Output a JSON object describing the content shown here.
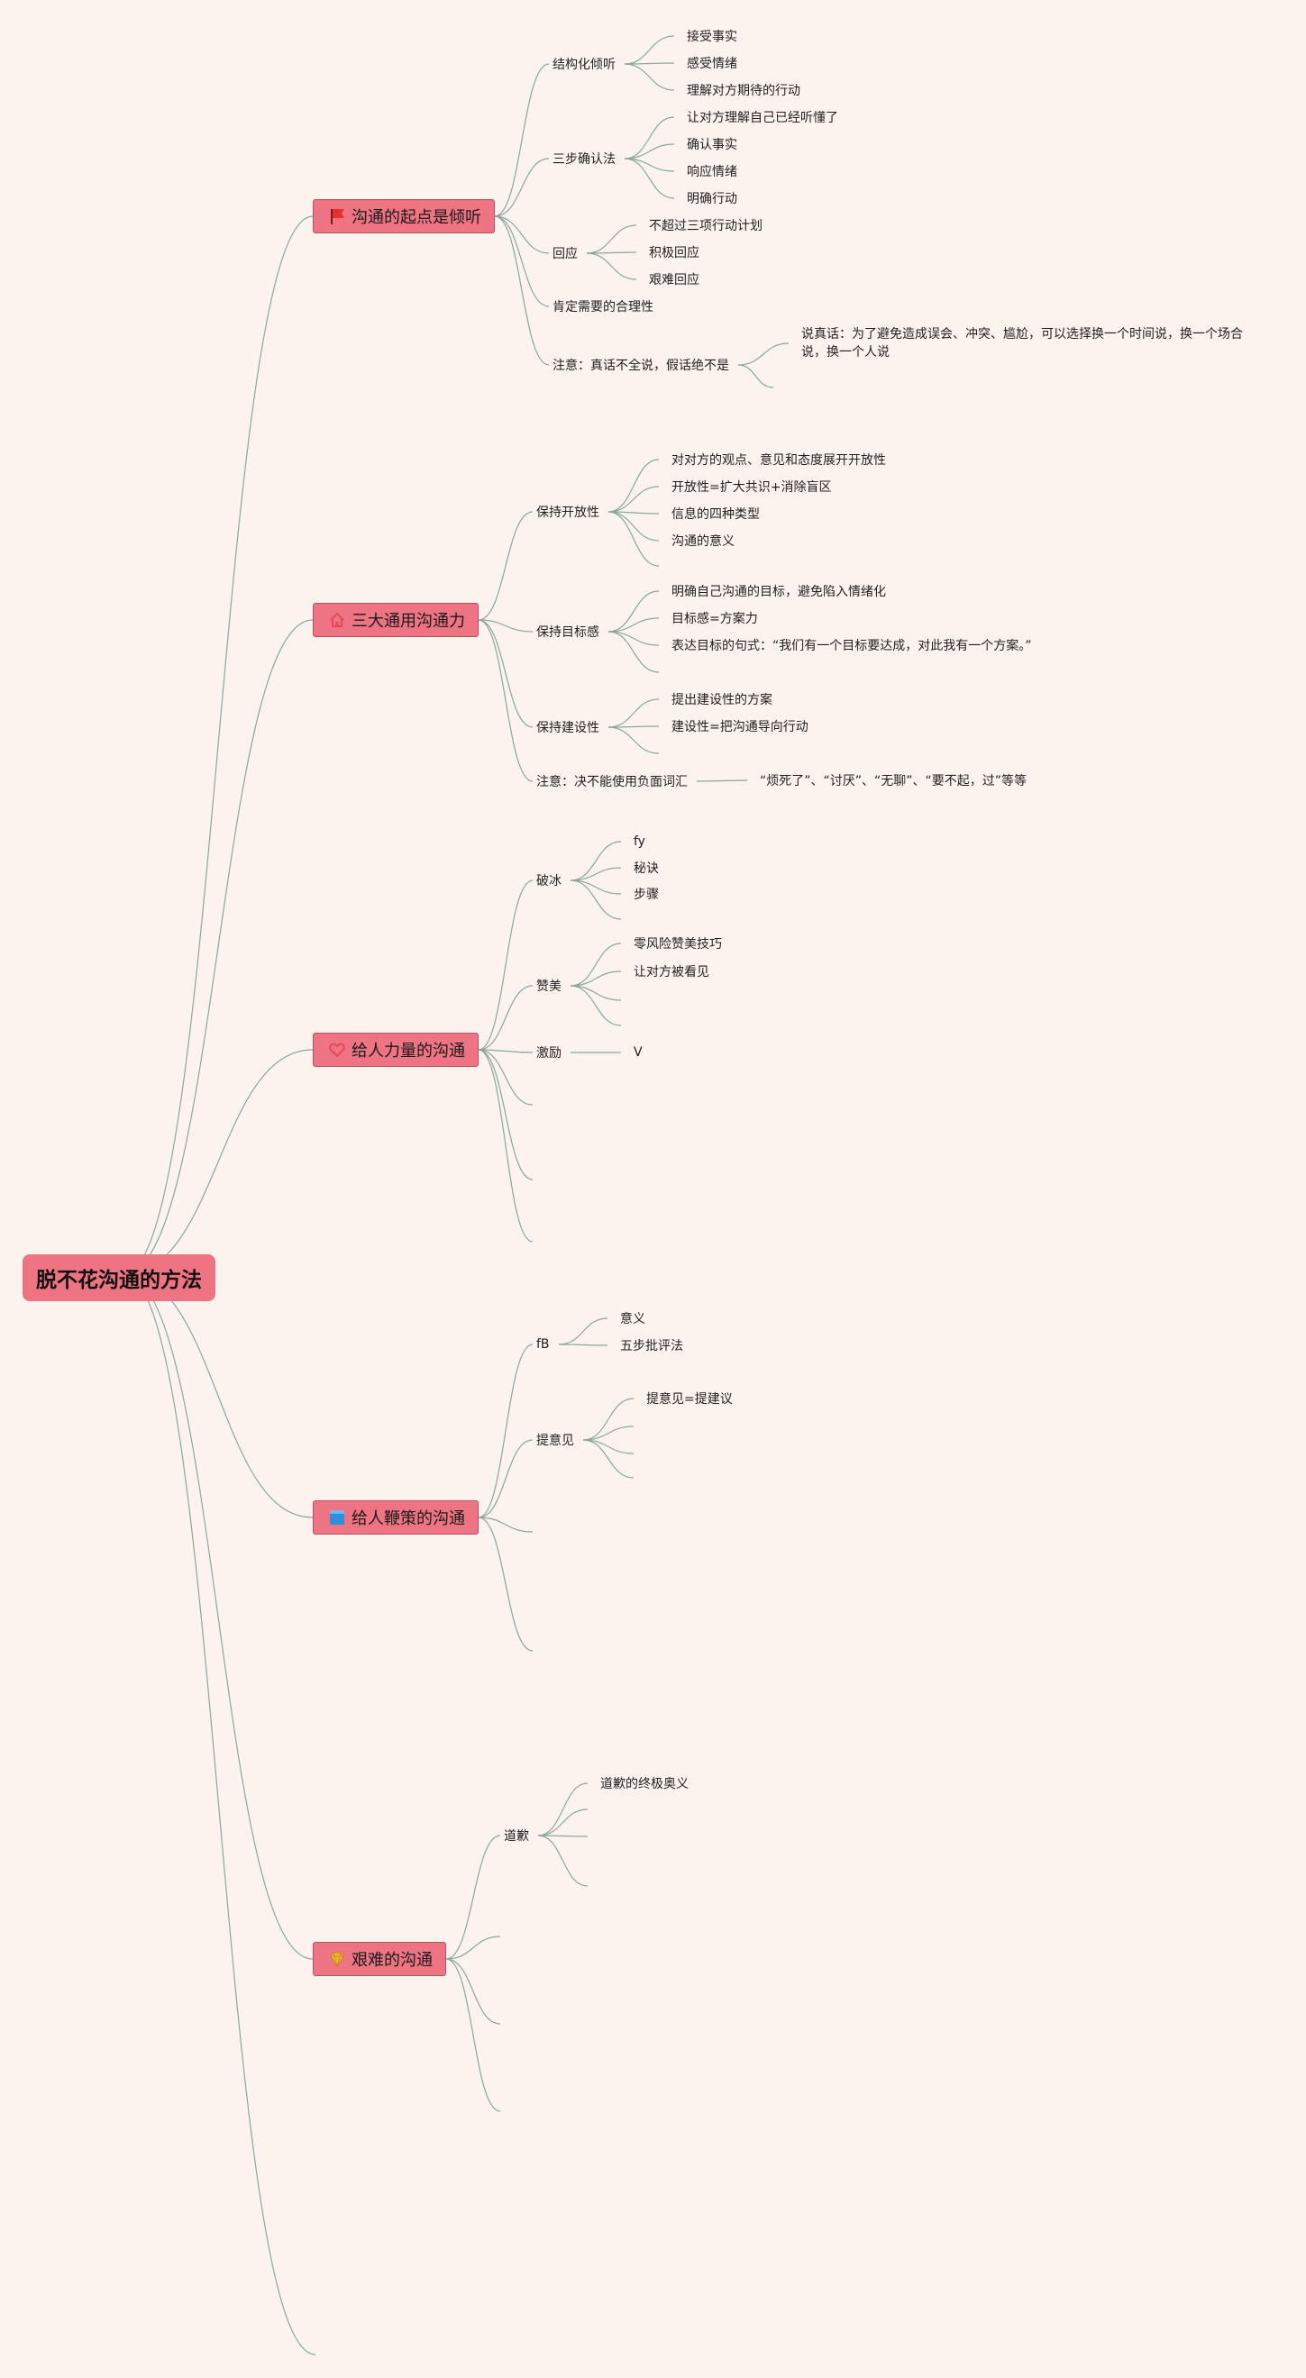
{
  "root": "脱不花沟通的方法",
  "branches": [
    {
      "label": "沟通的起点是倾听",
      "icon": "red-flag-icon",
      "color": "#e8302c",
      "children": [
        {
          "label": "结构化倾听",
          "children": [
            {
              "label": "接受事实"
            },
            {
              "label": "感受情绪"
            },
            {
              "label": "理解对方期待的行动"
            }
          ]
        },
        {
          "label": "三步确认法",
          "children": [
            {
              "label": "让对方理解自己已经听懂了"
            },
            {
              "label": "确认事实"
            },
            {
              "label": "响应情绪"
            },
            {
              "label": "明确行动"
            }
          ]
        },
        {
          "label": "回应",
          "children": [
            {
              "label": "不超过三项行动计划"
            },
            {
              "label": "积极回应"
            },
            {
              "label": "艰难回应"
            }
          ]
        },
        {
          "label": "肯定需要的合理性"
        },
        {
          "label": "注意：真话不全说，假话绝不是",
          "children": [
            {
              "label": "说真话：为了避免造成误会、冲突、尴尬，可以选择换一个时间说，换一个场合说，换一个人说"
            },
            {
              "label": ""
            }
          ]
        }
      ]
    },
    {
      "label": "三大通用沟通力",
      "icon": "home-icon",
      "color": "#e24a5a",
      "children": [
        {
          "label": "保持开放性",
          "children": [
            {
              "label": "对对方的观点、意见和态度展开开放性"
            },
            {
              "label": "开放性=扩大共识+消除盲区"
            },
            {
              "label": "信息的四种类型"
            },
            {
              "label": "沟通的意义"
            },
            {
              "label": ""
            }
          ]
        },
        {
          "label": "保持目标感",
          "children": [
            {
              "label": "明确自己沟通的目标，避免陷入情绪化"
            },
            {
              "label": "目标感=方案力"
            },
            {
              "label": "表达目标的句式：“我们有一个目标要达成，对此我有一个方案。”"
            },
            {
              "label": ""
            }
          ]
        },
        {
          "label": "保持建设性",
          "children": [
            {
              "label": "提出建设性的方案"
            },
            {
              "label": "建设性=把沟通导向行动"
            },
            {
              "label": ""
            }
          ]
        },
        {
          "label": "注意：决不能使用负面词汇",
          "children": [
            {
              "label": "“烦死了”、“讨厌”、“无聊”、“要不起，过”等等"
            }
          ]
        }
      ]
    },
    {
      "label": "给人力量的沟通",
      "icon": "heart-icon",
      "color": "#e24a5a",
      "children": [
        {
          "label": "破冰",
          "children": [
            {
              "label": "fy"
            },
            {
              "label": "秘诀"
            },
            {
              "label": "步骤"
            },
            {
              "label": ""
            }
          ]
        },
        {
          "label": "赞美",
          "children": [
            {
              "label": "零风险赞美技巧"
            },
            {
              "label": "让对方被看见"
            },
            {
              "label": ""
            },
            {
              "label": ""
            }
          ]
        },
        {
          "label": "激励",
          "children": [
            {
              "label": "V"
            }
          ]
        },
        {
          "label": ""
        },
        {
          "label": ""
        },
        {
          "label": ""
        }
      ]
    },
    {
      "label": "给人鞭策的沟通",
      "icon": "blue-square-icon",
      "color": "#2f8fd8",
      "children": [
        {
          "label": "fB",
          "children": [
            {
              "label": "意义"
            },
            {
              "label": "五步批评法"
            }
          ]
        },
        {
          "label": "提意见",
          "children": [
            {
              "label": "提意见=提建议"
            },
            {
              "label": ""
            },
            {
              "label": ""
            },
            {
              "label": ""
            }
          ]
        },
        {
          "label": ""
        },
        {
          "label": ""
        }
      ]
    },
    {
      "label": "艰难的沟通",
      "icon": "gem-icon",
      "color": "#f2b530",
      "children": [
        {
          "label": "道歉",
          "children": [
            {
              "label": "道歉的终极奥义"
            },
            {
              "label": ""
            },
            {
              "label": ""
            },
            {
              "label": ""
            }
          ]
        },
        {
          "label": ""
        },
        {
          "label": ""
        },
        {
          "label": ""
        }
      ]
    },
    {
      "label": ""
    }
  ]
}
